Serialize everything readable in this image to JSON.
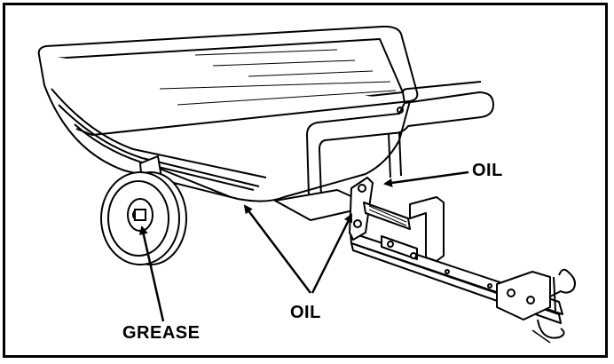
{
  "diagram": {
    "labels": {
      "oil_top": "OIL",
      "oil_bottom": "OIL",
      "grease": "GREASE"
    },
    "colors": {
      "line": "#000000",
      "background": "#ffffff"
    }
  }
}
